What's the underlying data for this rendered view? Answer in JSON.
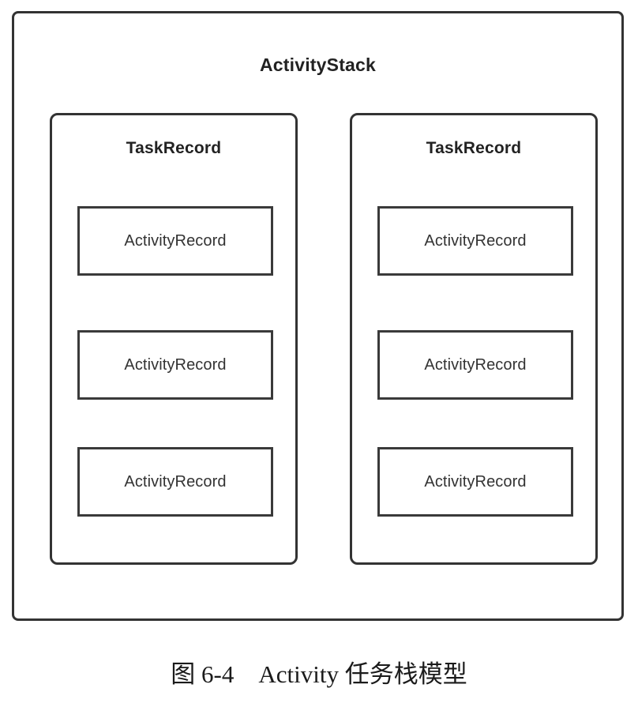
{
  "figure": {
    "caption": "图 6-4    Activity 任务栈模型",
    "caption_number": "图 6-4",
    "caption_text": "Activity 任务栈模型"
  },
  "diagram": {
    "type": "nested-container-diagram",
    "root": {
      "label": "ActivityStack"
    },
    "task_records": [
      {
        "label": "TaskRecord",
        "activity_records": [
          {
            "label": "ActivityRecord"
          },
          {
            "label": "ActivityRecord"
          },
          {
            "label": "ActivityRecord"
          }
        ]
      },
      {
        "label": "TaskRecord",
        "activity_records": [
          {
            "label": "ActivityRecord"
          },
          {
            "label": "ActivityRecord"
          },
          {
            "label": "ActivityRecord"
          }
        ]
      }
    ]
  },
  "colors": {
    "background": "#ffffff",
    "border": "#333333",
    "inner_border": "#3a3a3a",
    "text": "#222222",
    "caption_text": "#1b1b1b"
  }
}
